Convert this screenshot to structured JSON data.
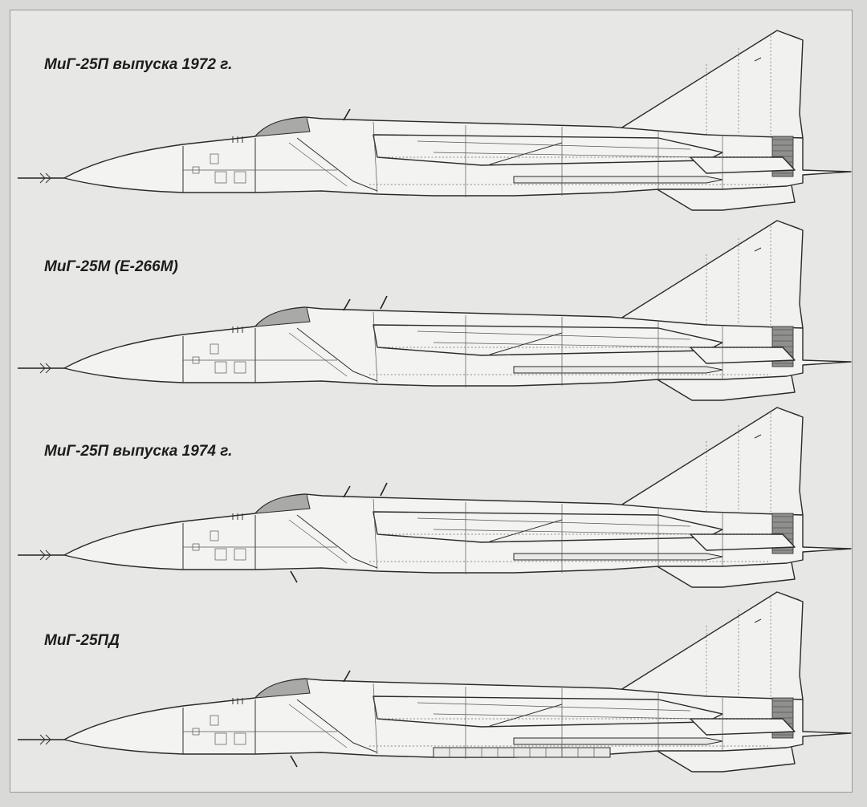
{
  "figure": {
    "profiles": [
      {
        "caption": "МиГ-25П выпуска 1972 г.",
        "variant": "mig25p-1972"
      },
      {
        "caption": "МиГ-25М (Е-266М)",
        "variant": "mig25m"
      },
      {
        "caption": "МиГ-25П выпуска 1974 г.",
        "variant": "mig25p-1974"
      },
      {
        "caption": "МиГ-25ПД",
        "variant": "mig25pd"
      }
    ]
  }
}
